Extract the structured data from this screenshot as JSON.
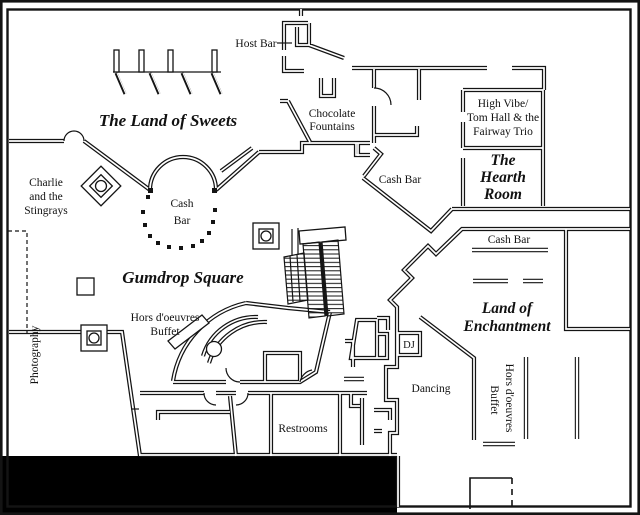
{
  "map": {
    "title": "Event venue floor plan",
    "colors": {
      "ink": "#141414",
      "background": "#ffffff",
      "backstage_fill": "#000000"
    },
    "rooms": {
      "land_of_sweets": "The Land of Sweets",
      "gumdrop_square": "Gumdrop Square",
      "hearth_room": {
        "line1": "The",
        "line2": "Hearth",
        "line3": "Room"
      },
      "land_of_enchantment": {
        "line1": "Land of",
        "line2": "Enchantment"
      }
    },
    "labels": {
      "host_bar": "Host Bar",
      "chocolate_fountains": {
        "line1": "Chocolate",
        "line2": "Fountains"
      },
      "band_booth": {
        "line1": "High Vibe/",
        "line2": "Tom Hall & the",
        "line3": "Fairway Trio"
      },
      "cash_bar_hearth": "Cash Bar",
      "cash_bar_enchantment": "Cash Bar",
      "cash_bar_gumdrop": {
        "line1": "Cash",
        "line2": "Bar"
      },
      "charlie_band": {
        "line1": "Charlie",
        "line2": "and the",
        "line3": "Stingrays"
      },
      "photography": "Photography",
      "buffet_gumdrop": {
        "line1": "Hors d'oeuvres",
        "line2": "Buffet"
      },
      "buffet_enchantment": {
        "line1": "Hors d'oeuvres",
        "line2": "Buffet"
      },
      "restrooms": "Restrooms",
      "dancing": "Dancing",
      "dj": "DJ"
    }
  }
}
